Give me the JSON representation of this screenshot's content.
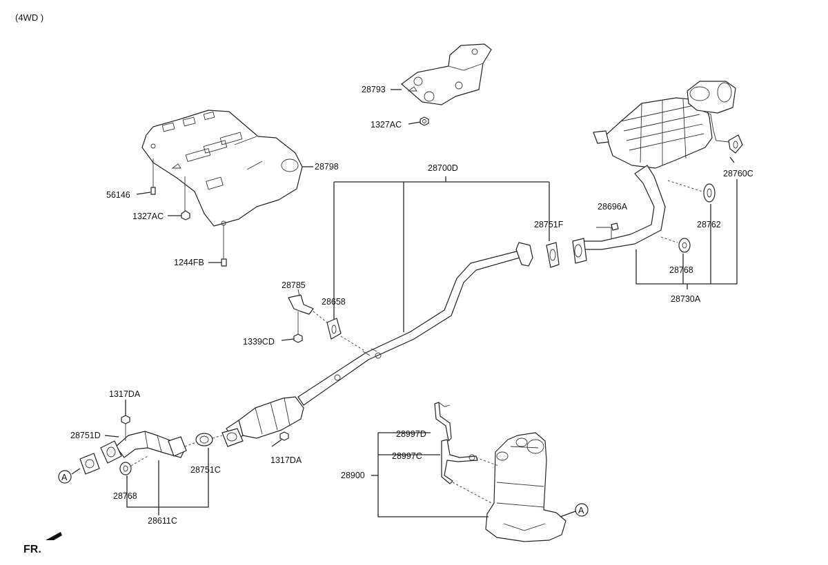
{
  "header": {
    "variant": "(4WD )"
  },
  "footer": {
    "front_indicator": "FR."
  },
  "labels": {
    "p28793": "28793",
    "p1327AC_top": "1327AC",
    "p28798": "28798",
    "p56146": "56146",
    "p1327AC_left": "1327AC",
    "p1244FB": "1244FB",
    "p28700D": "28700D",
    "p28751F": "28751F",
    "p28696A": "28696A",
    "p28760C": "28760C",
    "p28762": "28762",
    "p28768_right": "28768",
    "p28730A": "28730A",
    "p28785": "28785",
    "p28658": "28658",
    "p1339CD": "1339CD",
    "p1317DA_left": "1317DA",
    "p28751D": "28751D",
    "p28768_left": "28768",
    "p28611C": "28611C",
    "p28751C": "28751C",
    "p1317DA_right": "1317DA",
    "p28997D": "28997D",
    "p28997C": "28997C",
    "p28900": "28900",
    "callout_left": "A",
    "callout_right": "A"
  }
}
